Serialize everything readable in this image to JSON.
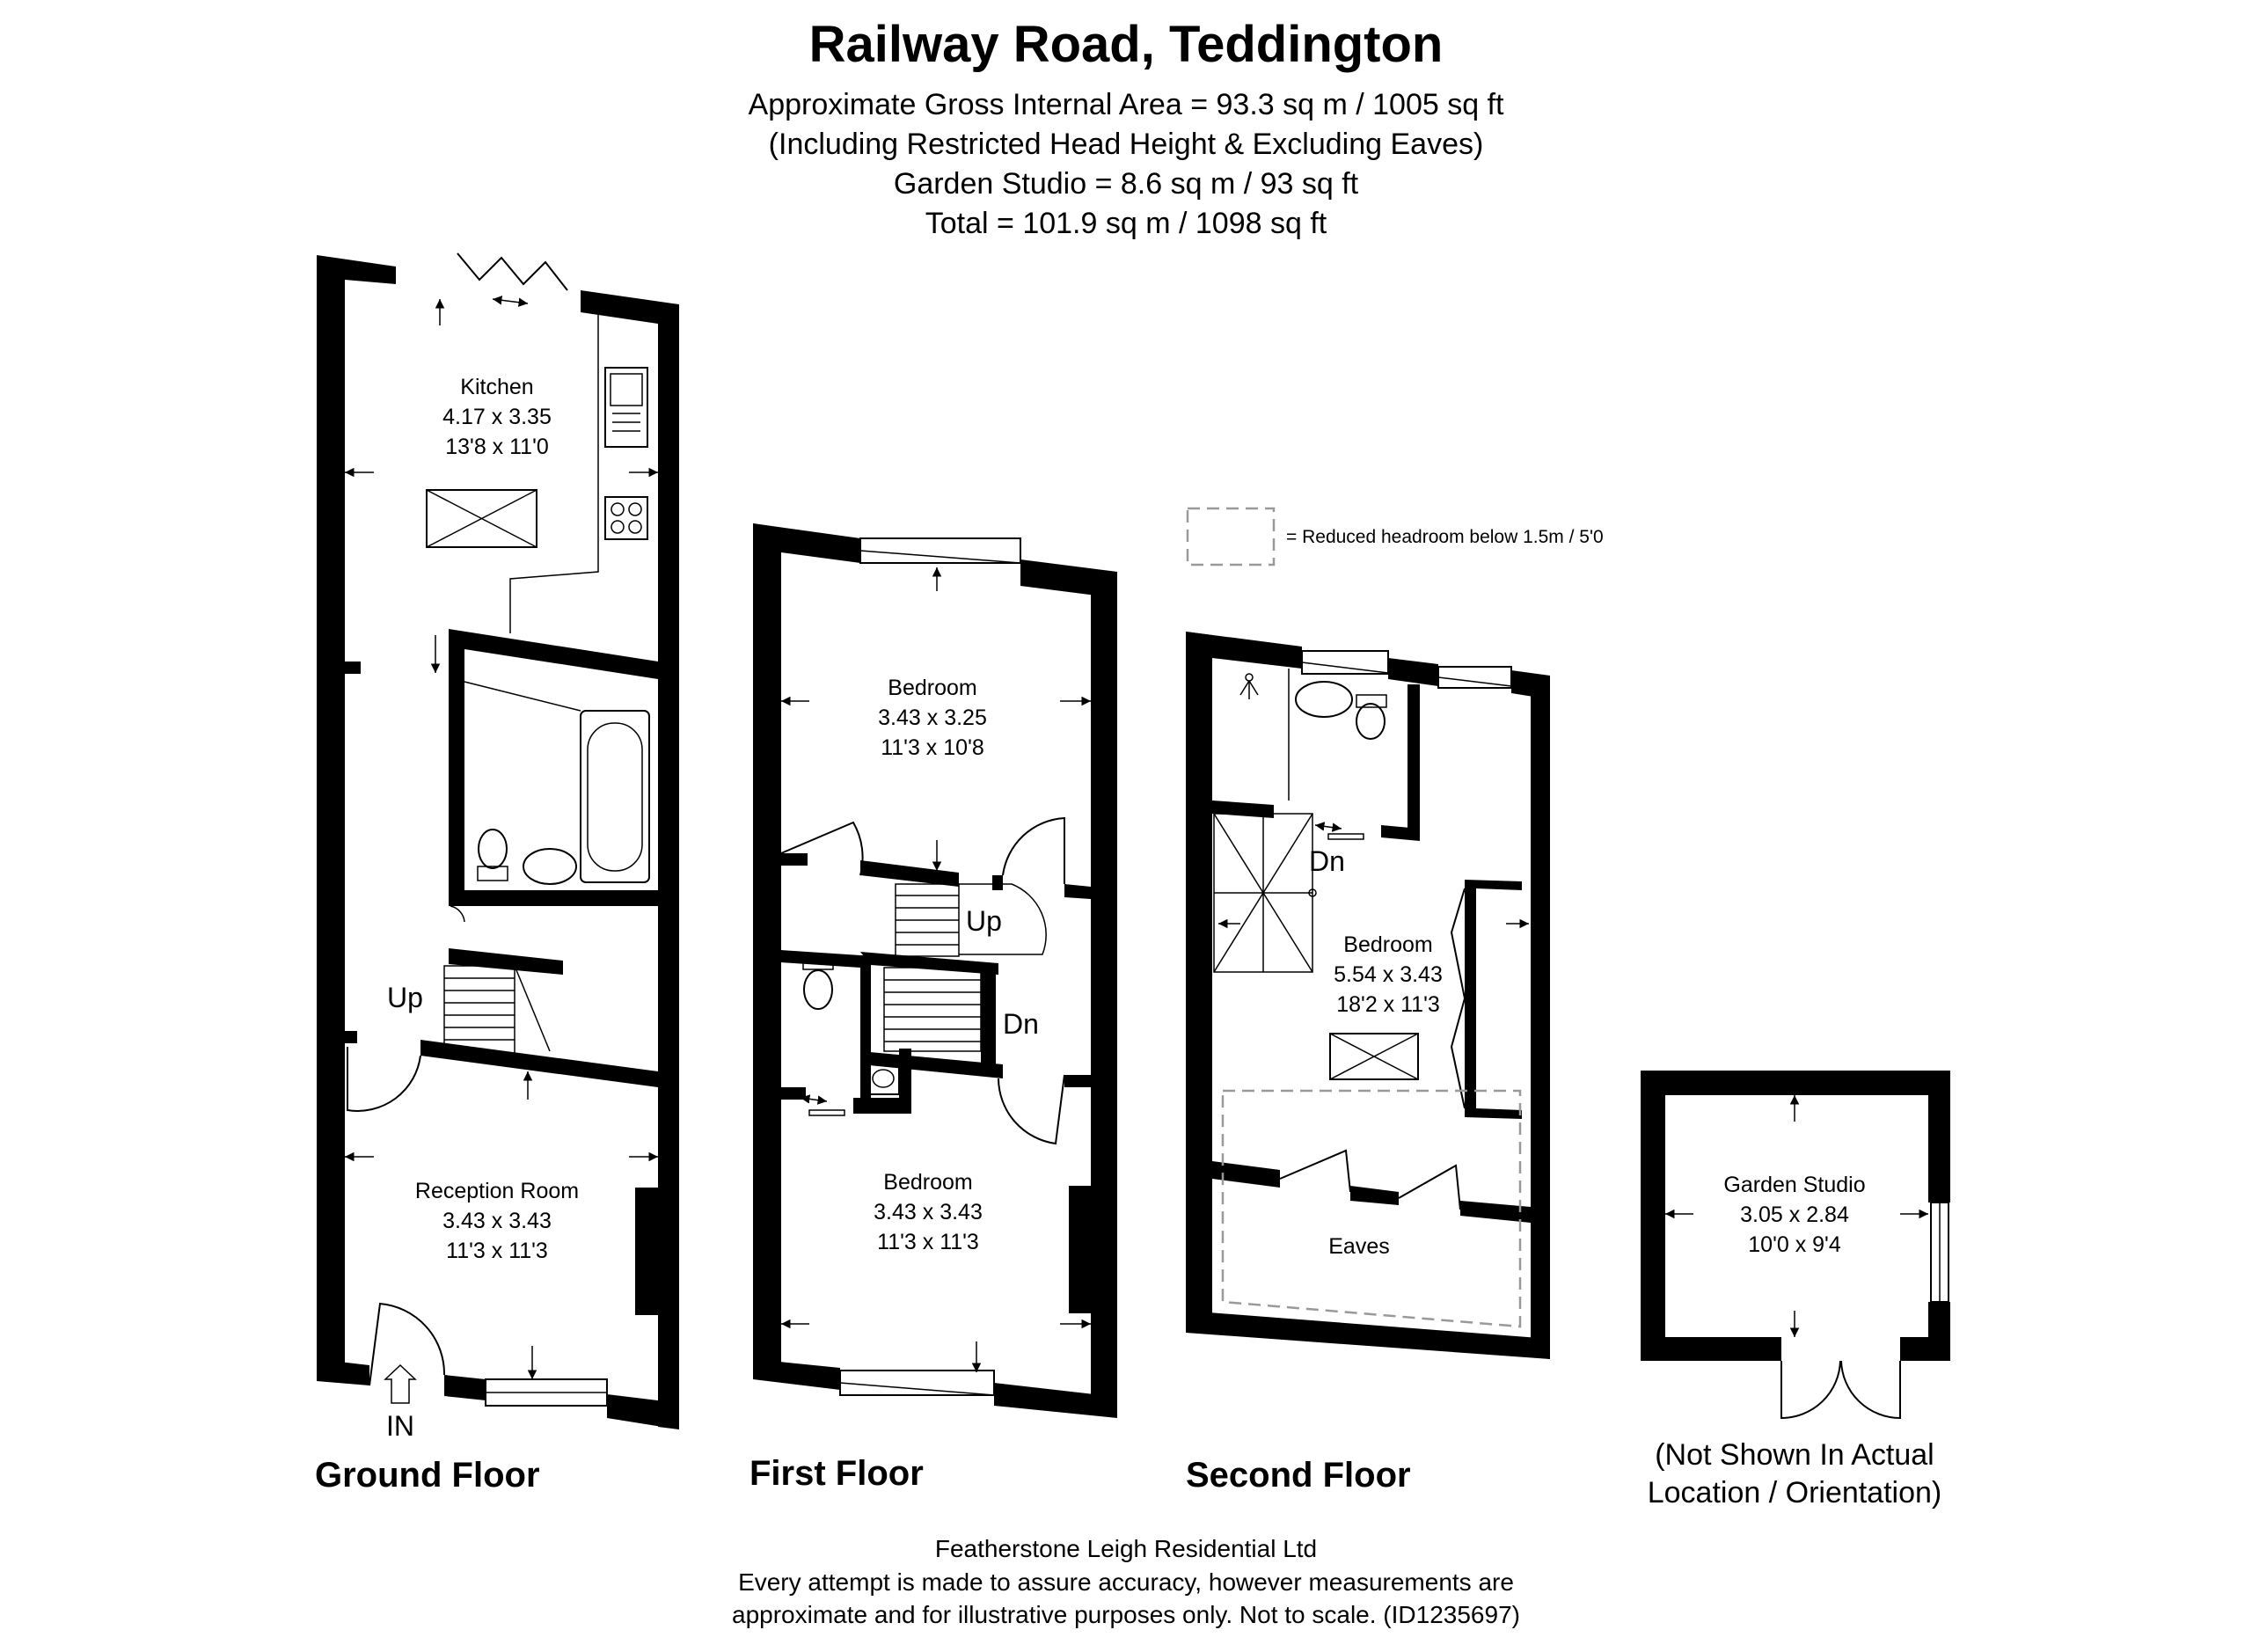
{
  "header": {
    "title": "Railway Road, Teddington",
    "area_line_1": "Approximate Gross Internal Area = 93.3 sq m / 1005 sq ft",
    "area_line_2": "(Including Restricted Head Height & Excluding Eaves)",
    "area_line_3": "Garden Studio  = 8.6 sq m / 93 sq ft",
    "area_line_4": "Total = 101.9 sq m / 1098 sq ft"
  },
  "legend": {
    "label": "= Reduced headroom below 1.5m / 5'0"
  },
  "floors": {
    "ground": {
      "label": "Ground Floor",
      "entrance_label": "IN",
      "stairs_label": "Up",
      "kitchen": {
        "name": "Kitchen",
        "metric": "4.17 x 3.35",
        "imperial": "13'8 x 11'0"
      },
      "reception": {
        "name": "Reception Room",
        "metric": "3.43 x 3.43",
        "imperial": "11'3 x 11'3"
      }
    },
    "first": {
      "label": "First  Floor",
      "stairs_up_label": "Up",
      "stairs_down_label": "Dn",
      "bedroom_rear": {
        "name": "Bedroom",
        "metric": "3.43 x 3.25",
        "imperial": "11'3 x 10'8"
      },
      "bedroom_front": {
        "name": "Bedroom",
        "metric": "3.43 x 3.43",
        "imperial": "11'3 x 11'3"
      }
    },
    "second": {
      "label": "Second Floor",
      "stairs_down_label": "Dn",
      "bedroom": {
        "name": "Bedroom",
        "metric": "5.54 x 3.43",
        "imperial": "18'2 x 11'3"
      },
      "eaves": {
        "name": "Eaves"
      }
    },
    "studio": {
      "room": {
        "name": "Garden Studio",
        "metric": "3.05 x 2.84",
        "imperial": "10'0 x 9'4"
      },
      "note_line_1": "(Not Shown In Actual",
      "note_line_2": "Location / Orientation)"
    }
  },
  "footer": {
    "company": "Featherstone Leigh Residential Ltd",
    "disclaimer_1": "Every attempt is made to assure accuracy, however measurements are",
    "disclaimer_2": "approximate and for illustrative purposes only. Not to scale. (ID1235697)"
  },
  "colors": {
    "wall": "#000000",
    "reduced_headroom_dash": "#999999",
    "background": "#ffffff"
  }
}
